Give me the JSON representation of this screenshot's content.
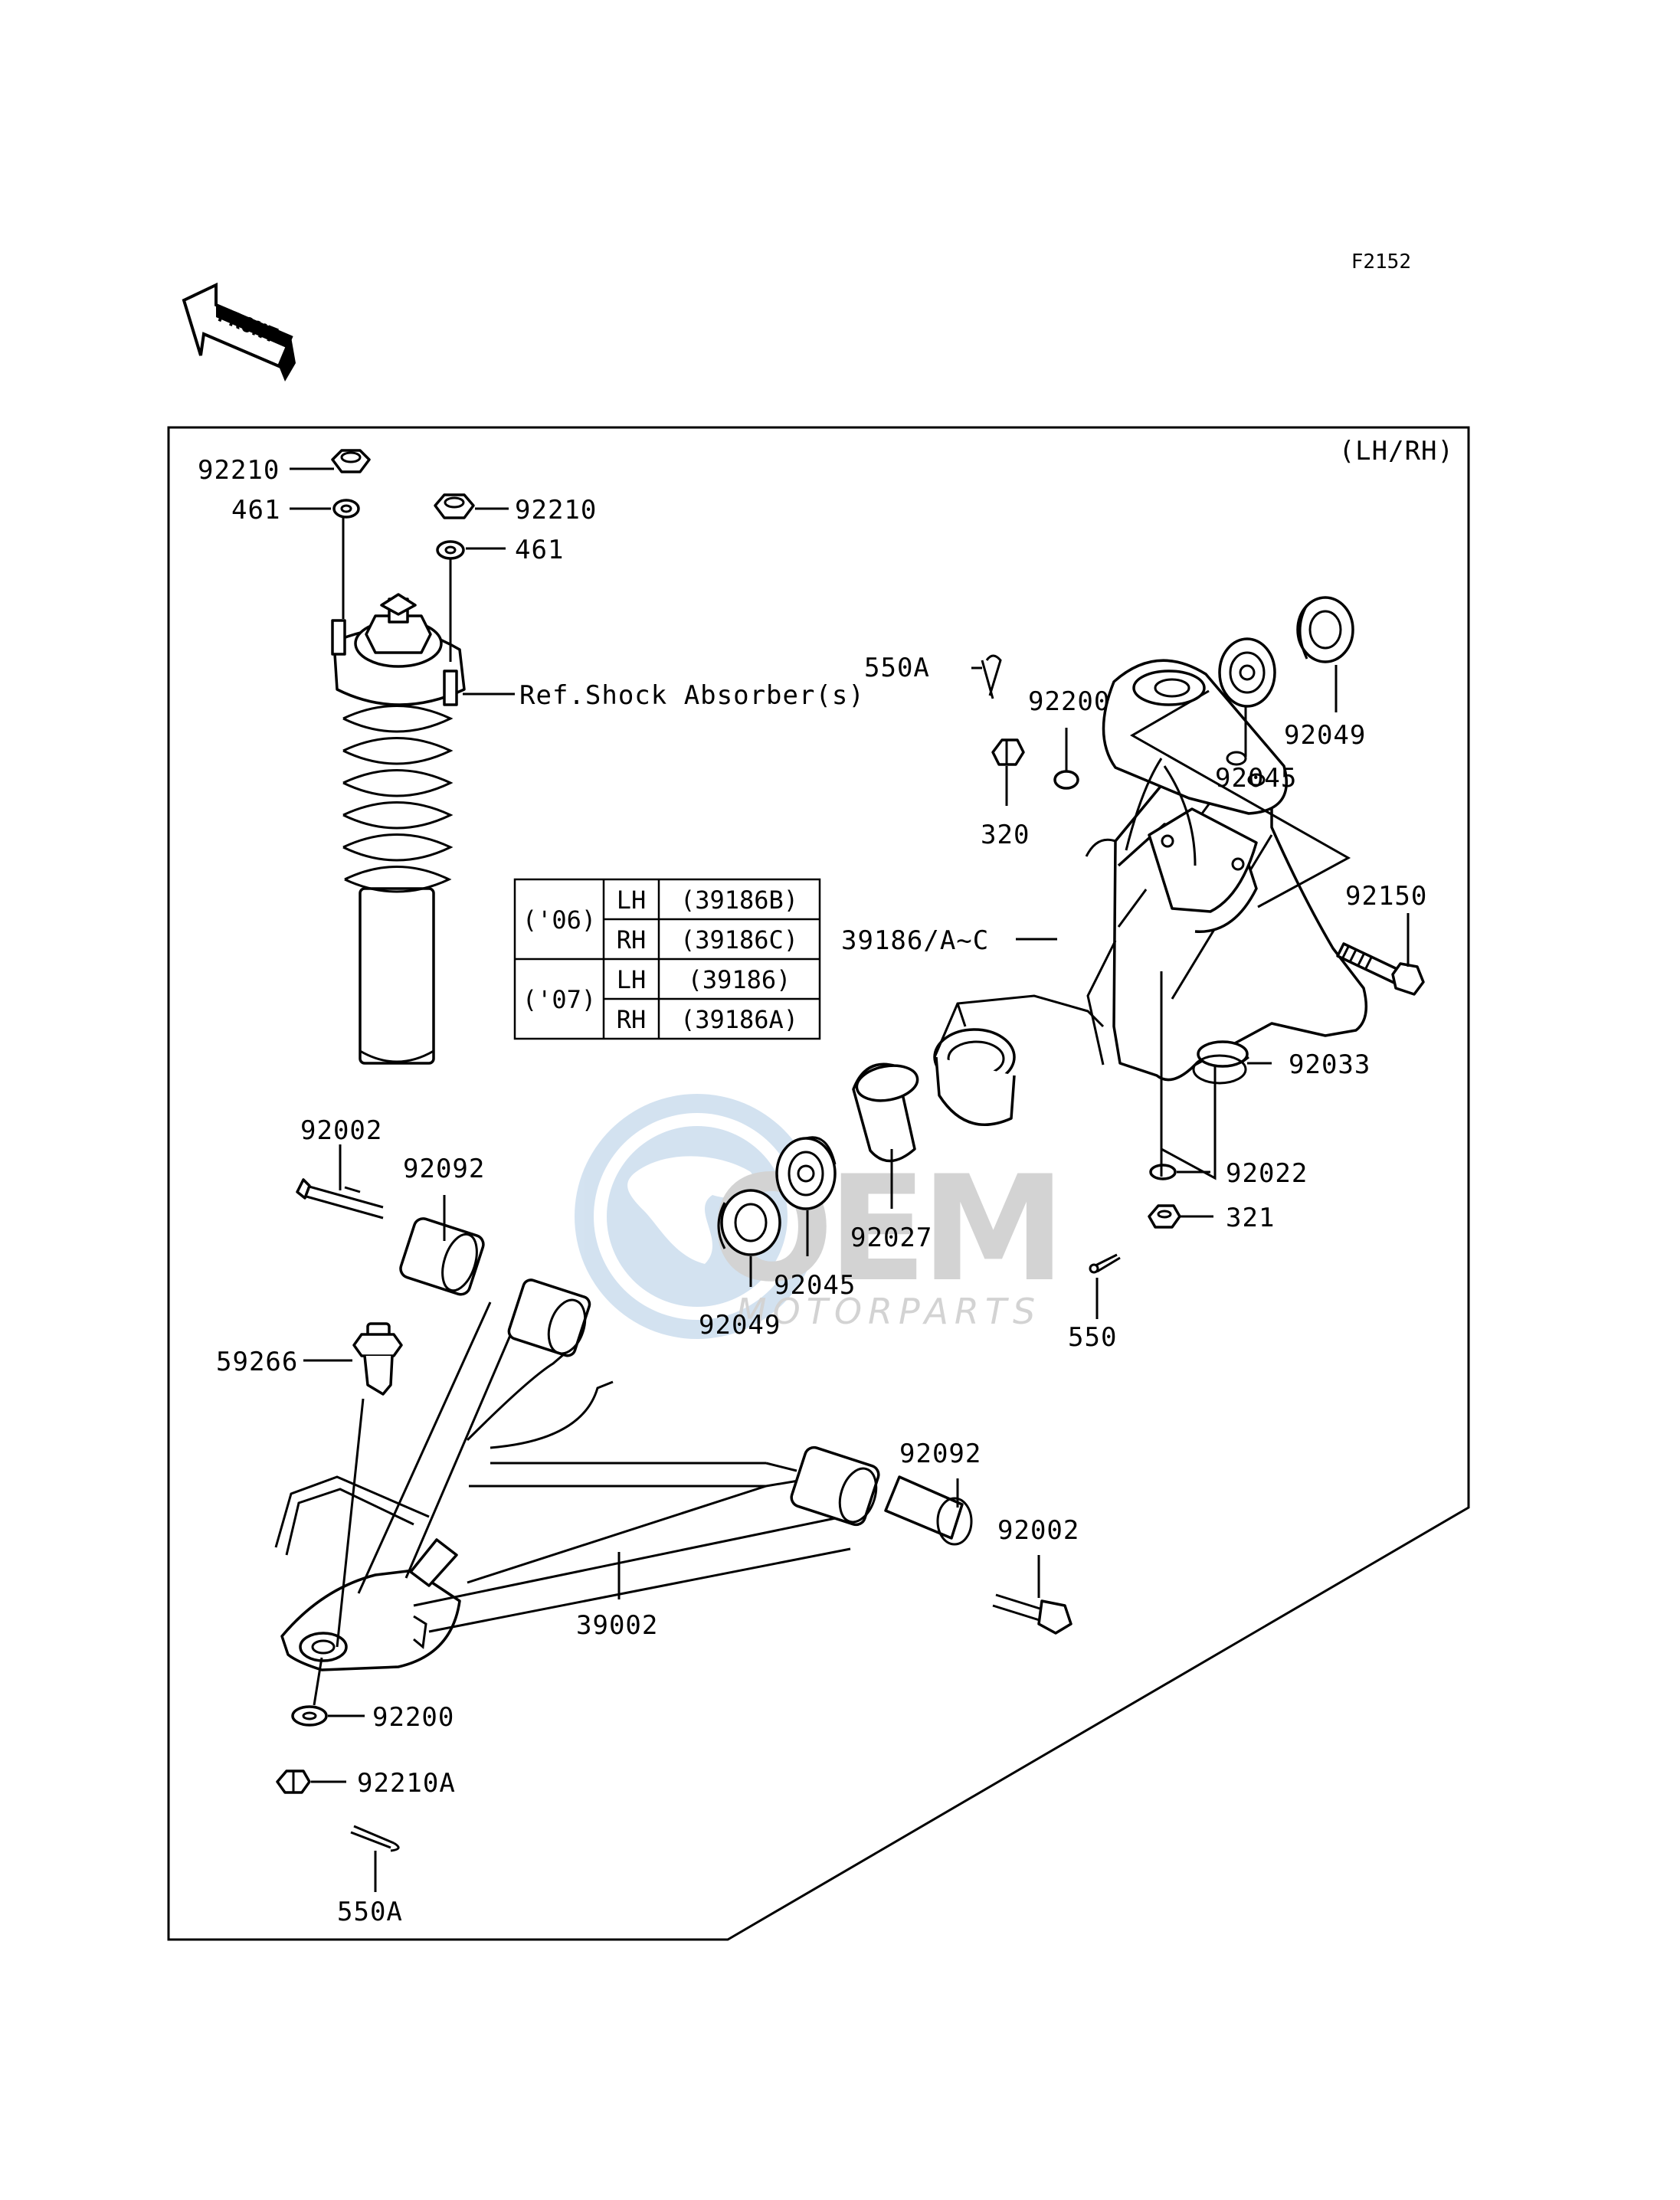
{
  "figure_code": "F2152",
  "front_marker": "FRONT",
  "side_note": "(LH/RH)",
  "watermark": {
    "brand": "OEM",
    "sub": "MOTORPARTS"
  },
  "callouts": [
    "92210",
    "461",
    "92210",
    "461",
    "Ref.Shock Absorber(s)",
    "550A",
    "92200",
    "92049",
    "92045",
    "320",
    "92150",
    "39186/A~C",
    "92033",
    "92022",
    "321",
    "550",
    "92027",
    "92045",
    "92049",
    "92002",
    "92092",
    "59266",
    "92092",
    "92002",
    "39002",
    "92200",
    "92210A",
    "550A"
  ],
  "variant_table": {
    "rows": [
      {
        "year": "('06)",
        "side": "LH",
        "part": "(39186B)"
      },
      {
        "year": "",
        "side": "RH",
        "part": "(39186C)"
      },
      {
        "year": "('07)",
        "side": "LH",
        "part": "(39186)"
      },
      {
        "year": "",
        "side": "RH",
        "part": "(39186A)"
      }
    ]
  }
}
